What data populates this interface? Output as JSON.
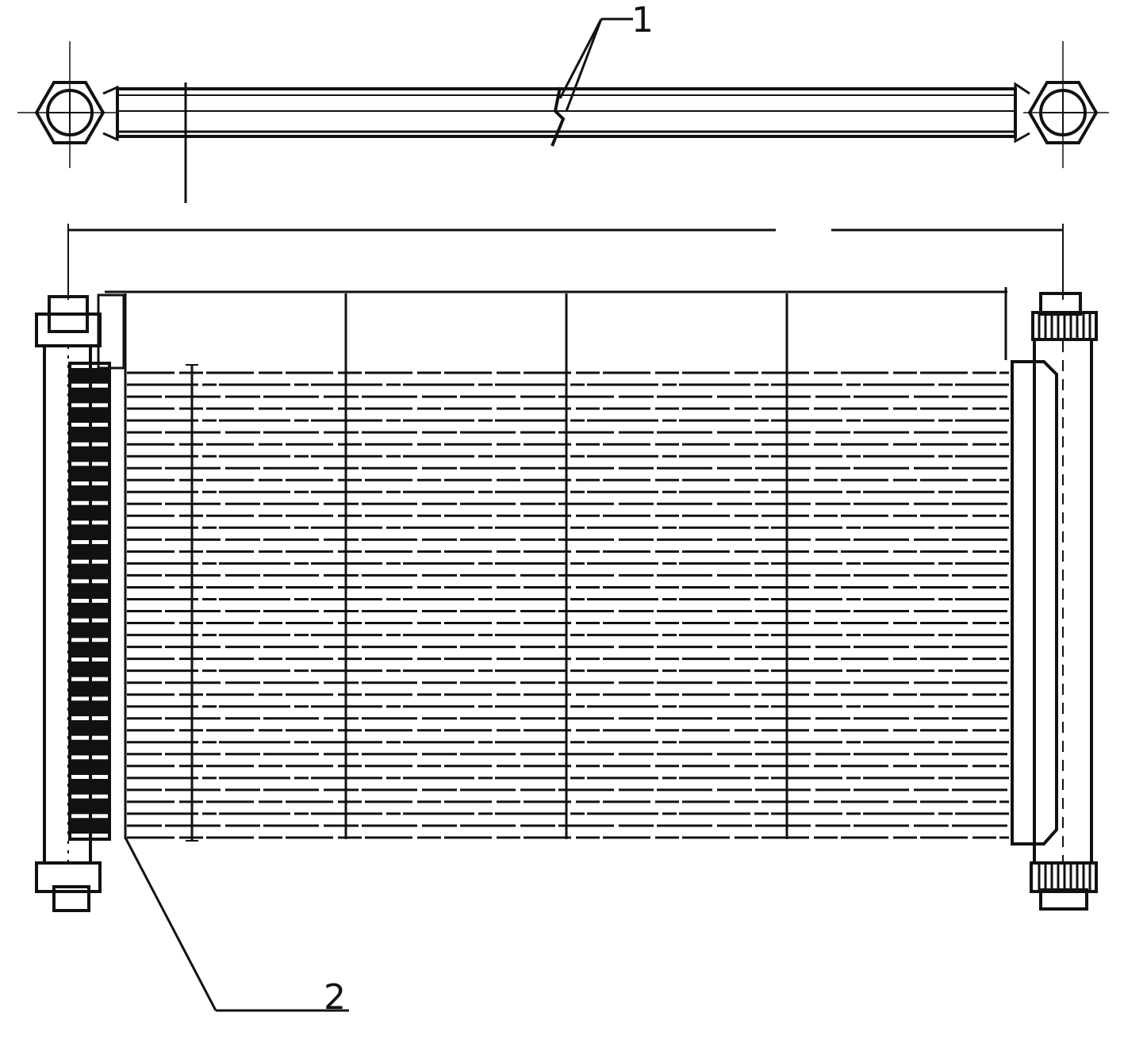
{
  "diagram": {
    "callouts": [
      {
        "id": "callout-1",
        "text": "1"
      },
      {
        "id": "callout-2",
        "text": "2"
      }
    ],
    "colors": {
      "ink": "#111111",
      "paper": "#ffffff"
    },
    "fin_rows": 40,
    "tank_segments": 24
  }
}
